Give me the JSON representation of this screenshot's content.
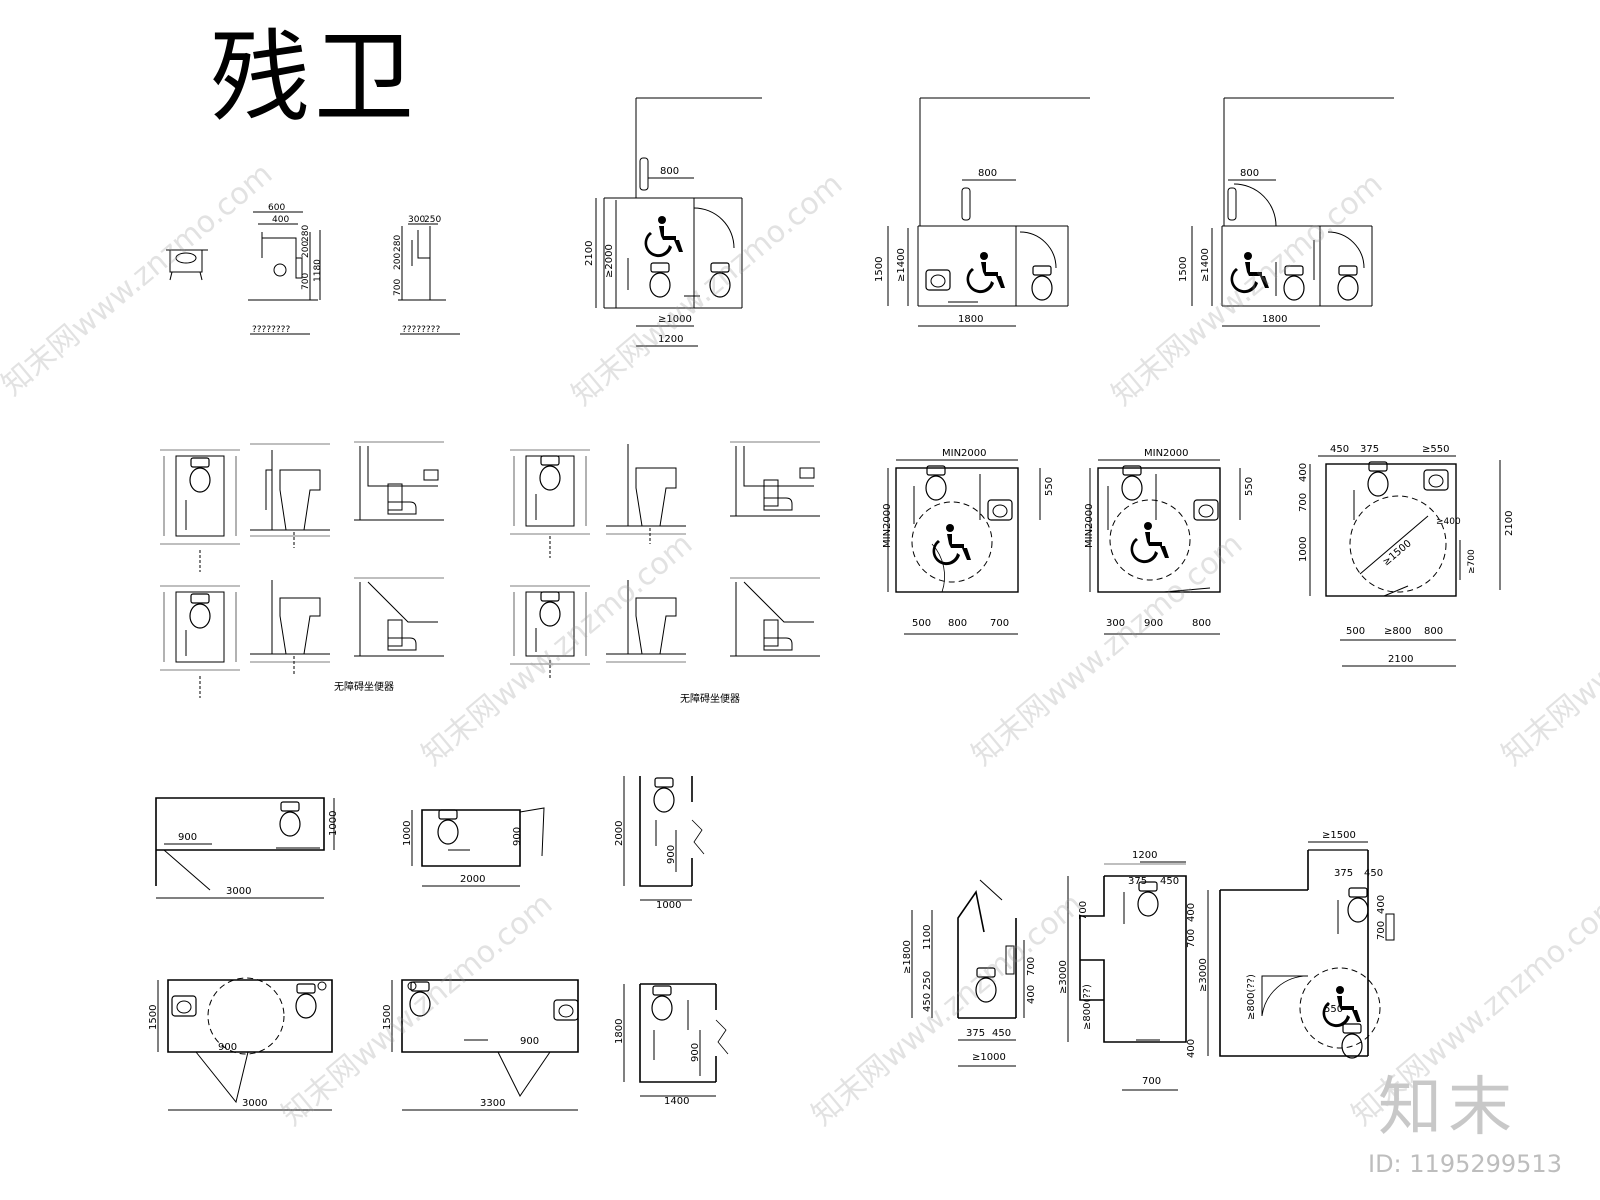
{
  "title": "残卫",
  "brand": {
    "name": "知末",
    "id": "ID: 1195299513"
  },
  "watermark": "知末网www.znzmo.com",
  "captions": {
    "fig_a": "????????",
    "fig_b": "????????",
    "sit_1": "无障碍坐便器",
    "sit_2": "无障碍坐便器"
  },
  "dims": {
    "elev_front": [
      "600",
      "400",
      "700",
      "1180",
      "200",
      "280"
    ],
    "elev_side": [
      "300",
      "250",
      "200",
      "280",
      "700"
    ],
    "plan1": [
      "800",
      "2100",
      "≥2000",
      "≥1000",
      "1200"
    ],
    "plan2": [
      "800",
      "1500",
      "≥1400",
      "1800"
    ],
    "plan3": [
      "800",
      "1500",
      "≥1400",
      "1800"
    ],
    "plan4": [
      "MIN2000",
      "MIN2000",
      "550",
      "500",
      "800",
      "700"
    ],
    "plan5": [
      "MIN2000",
      "MIN2000",
      "550",
      "300",
      "900",
      "800"
    ],
    "plan6": [
      "450",
      "375",
      "≥550",
      "400",
      "700",
      "1000",
      "2100",
      "≥1500",
      "≥400",
      "≥700",
      "500",
      "≥800",
      "800",
      "2100"
    ],
    "plan7": [
      "900",
      "3000",
      "1000"
    ],
    "plan8": [
      "1000",
      "900",
      "2000"
    ],
    "plan9": [
      "2000",
      "900",
      "1000"
    ],
    "plan10": [
      "1500",
      "900",
      "3000"
    ],
    "plan11": [
      "1500",
      "900",
      "3300"
    ],
    "plan12": [
      "1800",
      "900",
      "1400"
    ],
    "plan13": [
      "≥1800",
      "1100",
      "250",
      "450",
      "700",
      "400",
      "375",
      "450",
      "≥1000"
    ],
    "plan14": [
      "1200",
      "375",
      "450",
      "700",
      "400",
      "700",
      "≥3000",
      "≥800(??)",
      "400",
      "700"
    ],
    "plan15": [
      "≥1500",
      "375",
      "450",
      "400",
      "700",
      "≥3000",
      "≥800(??)",
      "550"
    ]
  }
}
